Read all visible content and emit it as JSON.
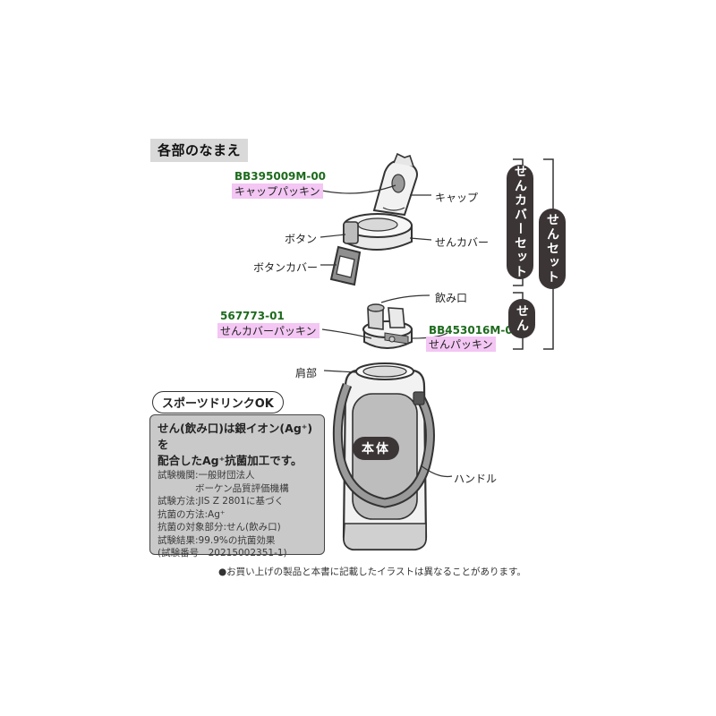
{
  "section_title": "各部のなまえ",
  "parts": {
    "cap_packing_code": "BB395009M-00",
    "cap_packing": "キャップパッキン",
    "cap": "キャップ",
    "button": "ボタン",
    "plug_cover": "せんカバー",
    "button_cover": "ボタンカバー",
    "mouthpiece": "飲み口",
    "plug_cover_packing_code": "567773-01",
    "plug_cover_packing": "せんカバーパッキン",
    "plug_packing_code": "BB453016M-00",
    "plug_packing": "せんパッキン",
    "shoulder": "肩部",
    "handle": "ハンドル",
    "body": "本体"
  },
  "groups": {
    "plug_cover_set": "せんカバーセット",
    "plug_set": "せんセット",
    "plug": "せん"
  },
  "sports_badge": "スポーツドリンクOK",
  "info_box": {
    "heading": [
      "せん(飲み口)は銀イオン(Ag⁺)を",
      "配合したAg⁺抗菌加工です。"
    ],
    "lines": [
      "試験機関:一般財団法人",
      "　　　　ボーケン品質評価機構",
      "試験方法:JIS Z 2801に基づく",
      "抗菌の方法:Ag⁺",
      "抗菌の対象部分:せん(飲み口)",
      "試験結果:99.9%の抗菌効果",
      "(試験番号　20215002351-1)"
    ]
  },
  "footnote": "●お買い上げの製品と本書に記載したイラストは異なることがあります。",
  "colors": {
    "pill": "#3b3536",
    "code_green": "#1d6a1d",
    "highlight_pink": "#f3c6f3",
    "box_gray": "#c9c9c9"
  }
}
